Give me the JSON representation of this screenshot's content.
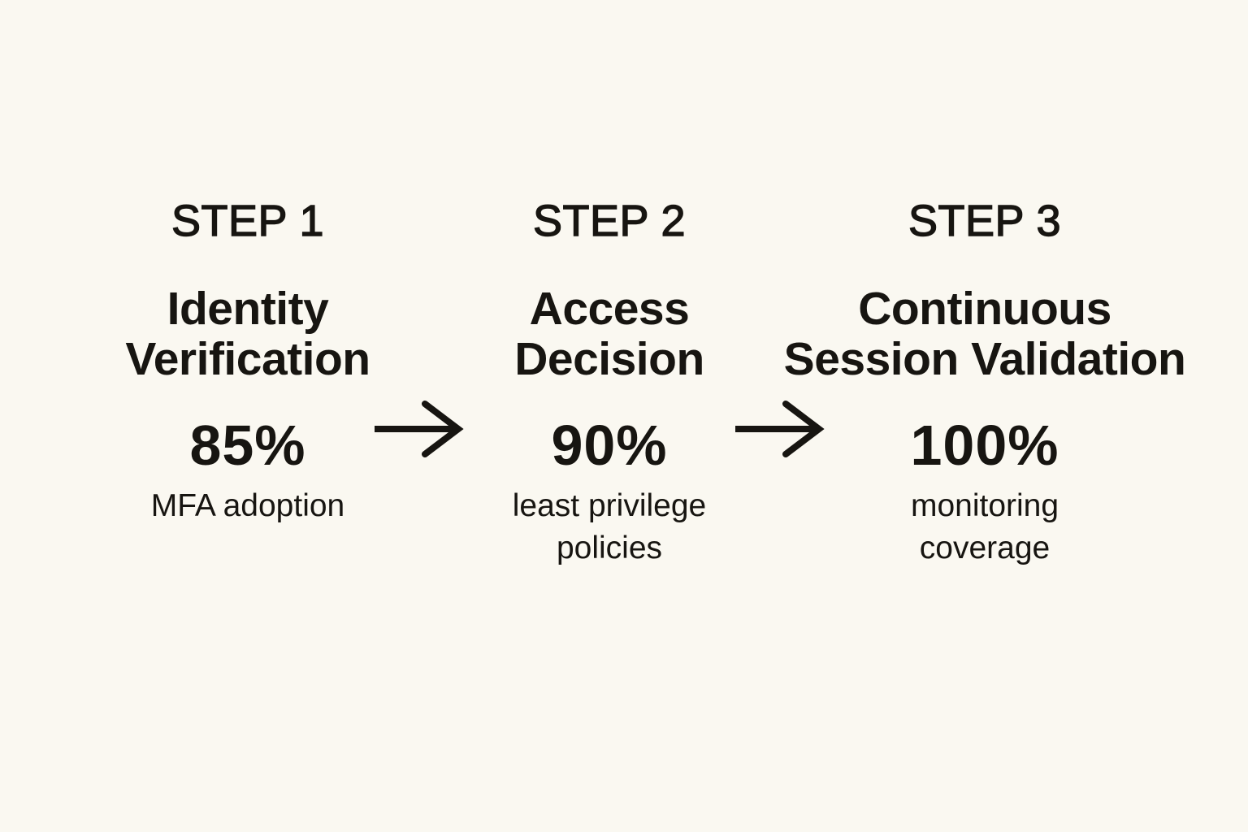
{
  "page": {
    "background_color": "#faf8f1",
    "text_color": "#171511"
  },
  "flow": {
    "steps": [
      {
        "label": "STEP 1",
        "title_lines": [
          "Identity",
          "Verification"
        ],
        "value": "85%",
        "caption_lines": [
          "MFA adoption",
          ""
        ]
      },
      {
        "label": "STEP 2",
        "title_lines": [
          "Access",
          "Decision"
        ],
        "value": "90%",
        "caption_lines": [
          "least privilege",
          "policies"
        ]
      },
      {
        "label": "STEP 3",
        "title_lines": [
          "Continuous",
          "Session Validation"
        ],
        "value": "100%",
        "caption_lines": [
          "monitoring",
          "coverage"
        ]
      }
    ],
    "arrows": [
      {
        "icon": "right-arrow",
        "glyph": "→"
      },
      {
        "icon": "right-arrow",
        "glyph": "→"
      }
    ]
  }
}
